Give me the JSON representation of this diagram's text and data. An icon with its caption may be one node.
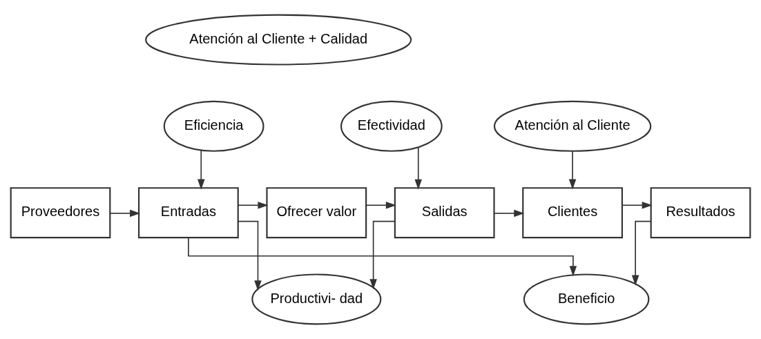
{
  "diagram": {
    "nodes": [
      {
        "text": [
          "Atención al Cliente + Calidad"
        ]
      },
      {
        "text": [
          "Eficiencia"
        ]
      },
      {
        "text": [
          "Efectividad"
        ]
      },
      {
        "text": [
          "Proveedores"
        ]
      },
      {
        "text": [
          "Entradas"
        ]
      },
      {
        "text": [
          "Ofrecer valor"
        ]
      },
      {
        "text": [
          "Salidas"
        ]
      },
      {
        "text": [
          "Clientes"
        ]
      },
      {
        "text": [
          "Resultados"
        ]
      },
      {
        "text": [
          "Productivi- dad"
        ]
      },
      {
        "text": [
          "Atención al Cliente"
        ]
      },
      {
        "text": [
          "Beneficio"
        ]
      }
    ],
    "edges": [
      {
        "from": 1,
        "to": 4,
        "arrow": "to"
      },
      {
        "from": 2,
        "to": 6,
        "arrow": "to"
      },
      {
        "from": 3,
        "to": 4,
        "arrow": "to"
      },
      {
        "from": 4,
        "to": 5,
        "arrow": "to"
      },
      {
        "from": 5,
        "to": 6,
        "arrow": "to"
      },
      {
        "from": 6,
        "to": 7,
        "arrow": "to"
      },
      {
        "from": 7,
        "to": 8,
        "arrow": "to"
      },
      {
        "from": 10,
        "to": 7,
        "arrow": "to"
      },
      {
        "from": 4,
        "to": 9,
        "arrow": "to"
      },
      {
        "from": 6,
        "to": 9,
        "arrow": "to"
      },
      {
        "from": 4,
        "to": 11,
        "arrow": "to"
      },
      {
        "from": 8,
        "to": 11,
        "arrow": "to"
      }
    ]
  }
}
